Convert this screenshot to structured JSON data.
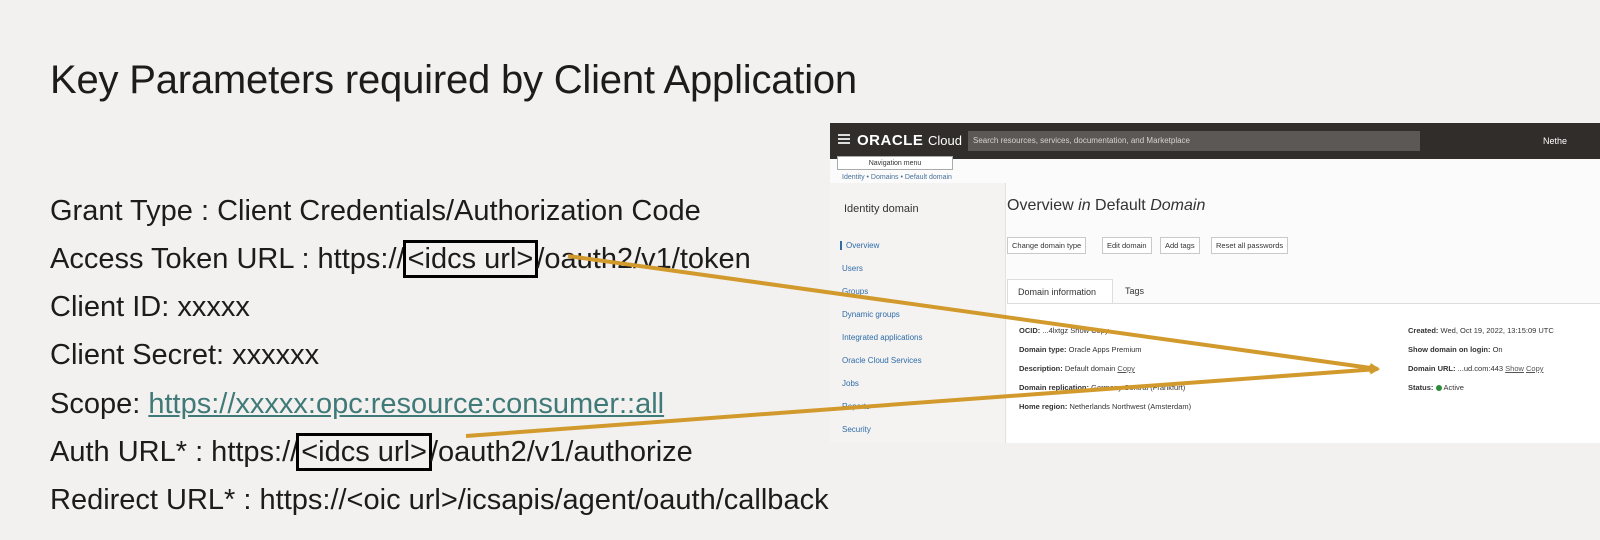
{
  "slide": {
    "title": "Key Parameters required by Client Application",
    "params": {
      "grant_type": "Grant Type : Client Credentials/Authorization Code",
      "access_token_prefix": "Access Token URL : https://",
      "access_token_box": "<idcs url>",
      "access_token_suffix": "/oauth2/v1/token",
      "client_id": "Client ID: xxxxx",
      "client_secret": "Client Secret: xxxxxx",
      "scope_label": "Scope: ",
      "scope_link": "https://xxxxx:opc:resource:consumer::all",
      "auth_prefix": "Auth URL* : https://",
      "auth_box": "<idcs url>",
      "auth_suffix": "/oauth2/v1/authorize",
      "redirect": "Redirect URL* : https://<oic url>/icsapis/agent/oauth/callback"
    }
  },
  "screenshot": {
    "header": {
      "logo": "ORACLE",
      "logo_suffix": "Cloud",
      "search_placeholder": "Search resources, services, documentation, and Marketplace",
      "region": "Nethe"
    },
    "tooltip": "Navigation menu",
    "breadcrumb": "Identity • Domains • Default domain",
    "sidebar": {
      "heading": "Identity domain",
      "items": [
        "Overview",
        "Users",
        "Groups",
        "Dynamic groups",
        "Integrated applications",
        "Oracle Cloud Services",
        "Jobs",
        "Reports",
        "Security"
      ]
    },
    "page_title": {
      "prefix": "Overview",
      "in": "in",
      "name": "Default",
      "suffix": "Domain"
    },
    "buttons": [
      "Change domain type",
      "Edit domain",
      "Add tags",
      "Reset all passwords"
    ],
    "tabs": [
      "Domain information",
      "Tags"
    ],
    "info_left": [
      {
        "label": "OCID:",
        "value": "...4lxtgz  Show  Copy"
      },
      {
        "label": "Domain type:",
        "value": "Oracle Apps Premium"
      },
      {
        "label": "Description:",
        "value": "Default domain",
        "link": "Copy"
      },
      {
        "label": "Domain replication:",
        "value": "Germany Central (Frankfurt)"
      },
      {
        "label": "Home region:",
        "value": "Netherlands Northwest (Amsterdam)"
      }
    ],
    "info_right": [
      {
        "label": "Created:",
        "value": "Wed, Oct 19, 2022, 13:15:09 UTC"
      },
      {
        "label": "Show domain on login:",
        "value": "On"
      },
      {
        "label": "Domain URL:",
        "value": "...ud.com:443",
        "link1": "Show",
        "link2": "Copy"
      },
      {
        "label": "Status:",
        "value": "Active"
      }
    ],
    "colors": {
      "topbar": "#312d2a",
      "arrow": "#d29a2c",
      "status_active": "#2e8b3a",
      "link": "#2f6ca8"
    }
  }
}
